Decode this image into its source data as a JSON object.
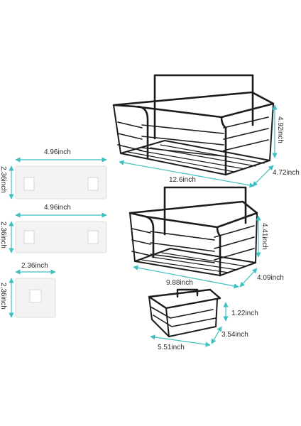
{
  "image": {
    "description_labels": {
      "plate_large_top": {
        "width": "4.96inch",
        "height": "2.36inch"
      },
      "plate_large_mid": {
        "width": "4.96inch",
        "height": "2.36inch"
      },
      "plate_small": {
        "width": "2.36inch",
        "height": "2.36inch"
      },
      "basket_large": {
        "width": "12.6inch",
        "depth": "4.72inch",
        "height": "4.92inch"
      },
      "basket_medium": {
        "width": "9.88inch",
        "depth": "4.09inch",
        "height": "4.41inch"
      },
      "soap_dish": {
        "width": "5.51inch",
        "depth": "3.54inch",
        "height": "1.22inch"
      }
    },
    "colors": {
      "dimension_arrow": "#3fbfbf",
      "wire": "#1c1c1c",
      "plate": "#f4f4f4"
    }
  }
}
